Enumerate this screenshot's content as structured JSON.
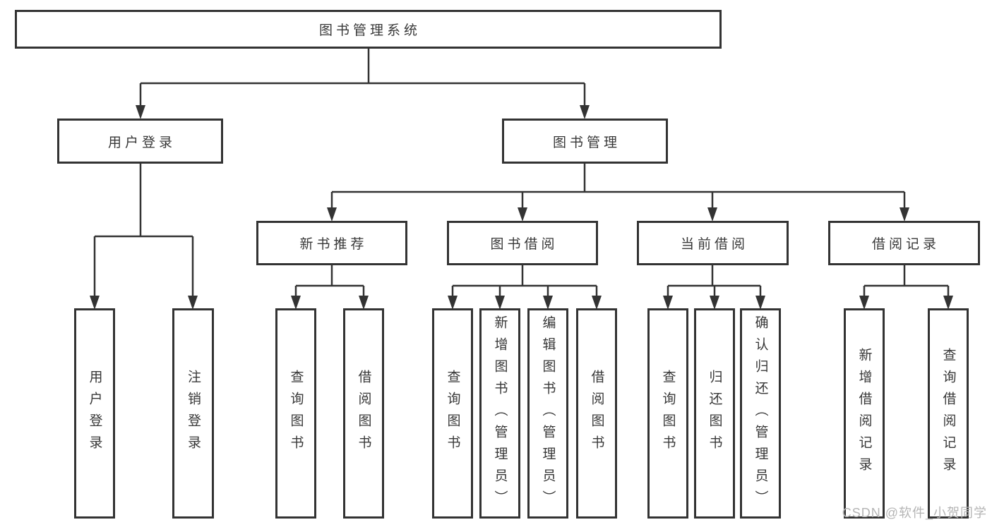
{
  "tree": {
    "root": "图书管理系统",
    "branches": [
      {
        "label": "用户登录",
        "leaves": [
          "用户登录",
          "注销登录"
        ]
      },
      {
        "label": "图书管理",
        "groups": [
          {
            "label": "新书推荐",
            "leaves": [
              "查询图书",
              "借阅图书"
            ]
          },
          {
            "label": "图书借阅",
            "leaves": [
              "查询图书",
              "新增图书（管理员）",
              "编辑图书（管理员）",
              "借阅图书"
            ]
          },
          {
            "label": "当前借阅",
            "leaves": [
              "查询图书",
              "归还图书",
              "确认归还（管理员）"
            ]
          },
          {
            "label": "借阅记录",
            "leaves": [
              "新增借阅记录",
              "查询借阅记录"
            ]
          }
        ]
      }
    ]
  },
  "watermark": {
    "text": "CSDN @软件_小贺同学"
  },
  "colors": {
    "line": "#333333",
    "box_border": "#333333",
    "text": "#383838",
    "watermark": "#b5b5b5",
    "background": "#ffffff"
  }
}
